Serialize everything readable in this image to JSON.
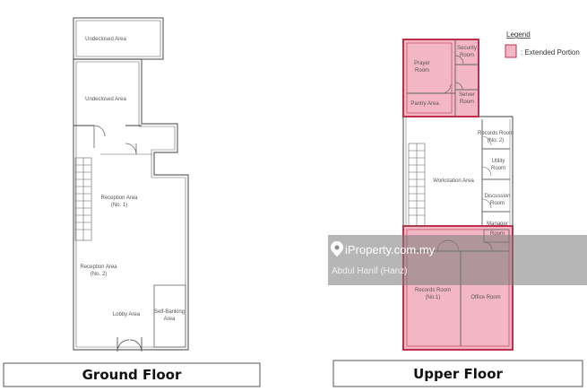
{
  "ground_floor": {
    "title": "Ground Floor",
    "rooms": {
      "undeclosed_top": "Undeclosed Area",
      "undeclosed_mid": "Undeclosed Area",
      "reception_1_line1": "Reception Area",
      "reception_1_line2": "(No. 1)",
      "reception_2_line1": "Reception Area",
      "reception_2_line2": "(No. 2)",
      "lobby": "Lobby Area",
      "self_banking_line1": "Self-Banking",
      "self_banking_line2": "Area"
    }
  },
  "upper_floor": {
    "title": "Upper Floor",
    "rooms": {
      "prayer_line1": "Prayer",
      "prayer_line2": "Room",
      "security_line1": "Security",
      "security_line2": "Room",
      "server_line1": "Server",
      "server_line2": "Room",
      "pantry": "Pantry Area",
      "records_2_line1": "Records Room",
      "records_2_line2": "(No. 2)",
      "utility_line1": "Utility",
      "utility_line2": "Room",
      "workstation": "Workstation Area",
      "discussion_line1": "Discussion",
      "discussion_line2": "Room",
      "manager_line1": "Manager",
      "manager_line2": "Room",
      "records_1_line1": "Records Room",
      "records_1_line2": "(No.1)",
      "office": "Office Room"
    }
  },
  "legend": {
    "title": "Legend",
    "item": ": Extended Portion",
    "extended_color": "#f2b6c4",
    "extended_border": "#c0304a"
  },
  "watermark": {
    "brand": "iProperty.com.my",
    "agent": "Abdul Hanif (Hanz)"
  }
}
